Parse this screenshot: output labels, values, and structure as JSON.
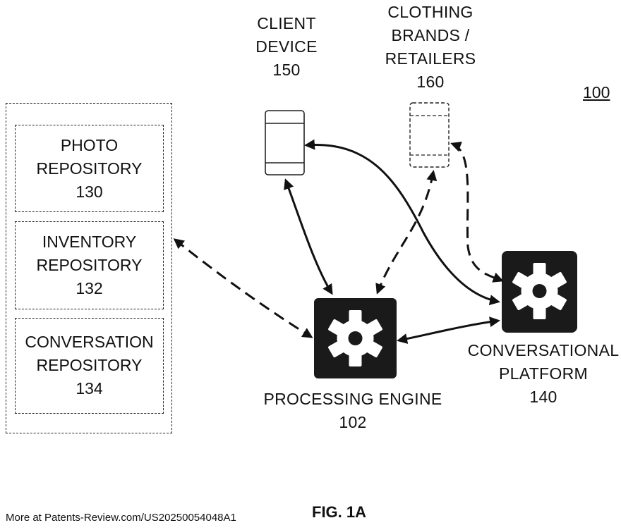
{
  "system_ref": "100",
  "figure_label": "FIG. 1A",
  "source_note": "More at Patents-Review.com/US20250054048A1",
  "repositories": [
    {
      "line1": "PHOTO",
      "line2": "REPOSITORY",
      "ref": "130"
    },
    {
      "line1": "INVENTORY",
      "line2": "REPOSITORY",
      "ref": "132"
    },
    {
      "line1": "CONVERSATION",
      "line2": "REPOSITORY",
      "ref": "134"
    }
  ],
  "client_device": {
    "line1": "CLIENT",
    "line2": "DEVICE",
    "ref": "150"
  },
  "clothing_brands": {
    "line1": "CLOTHING",
    "line2": "BRANDS /",
    "line3": "RETAILERS",
    "ref": "160"
  },
  "processing_engine": {
    "label": "PROCESSING ENGINE",
    "ref": "102",
    "icon": "gear-icon"
  },
  "conversational_platform": {
    "line1": "CONVERSATIONAL",
    "line2": "PLATFORM",
    "ref": "140",
    "icon": "gear-icon"
  }
}
